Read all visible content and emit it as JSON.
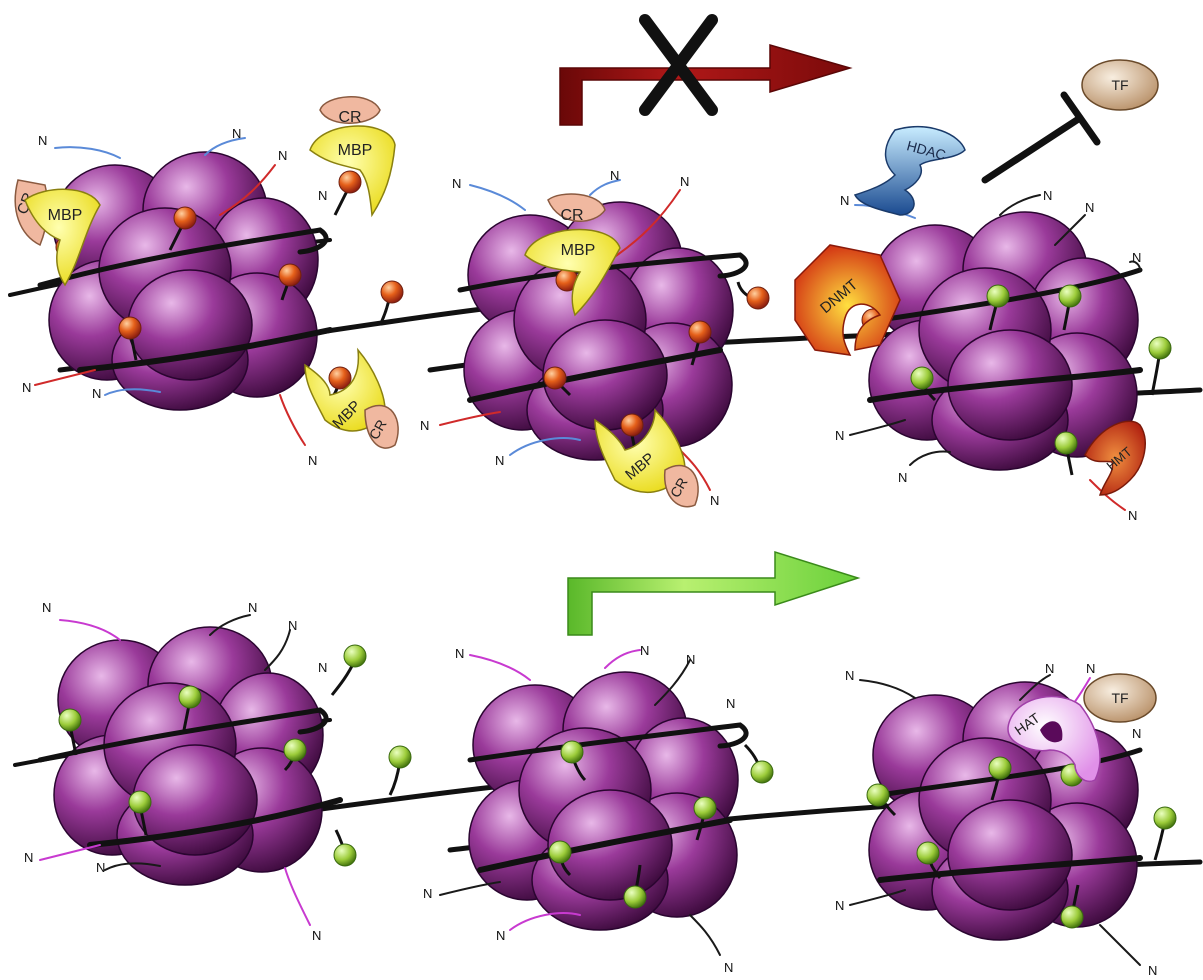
{
  "labels": {
    "n": "N",
    "cr": "CR",
    "mbp": "MBP",
    "hdac": "HDAC",
    "dnmt": "DNMT",
    "hmt": "HMT",
    "tf": "TF",
    "hat": "HAT"
  },
  "colors": {
    "histone_dark": "#4a0a4a",
    "histone_mid": "#8b2a8b",
    "histone_light": "#d9a6d9",
    "methyl_orange": "#e5501a",
    "unmethyl_green": "#9ccc3a",
    "mbp_yellow": "#f4ee3c",
    "cr_peach": "#f0b8a0",
    "repressed_arrow": "#8b1010",
    "active_arrow": "#7ad23a",
    "tf_tan": "#c8a882",
    "hdac_blue": "#5aa0d8",
    "dnmt_red": "#e0401a",
    "hmt_red": "#d0401a",
    "hat_pink": "#f0c0f0",
    "tail_blue": "#5a8ad8",
    "tail_red": "#d02a2a",
    "tail_magenta": "#c83ad0",
    "tail_black": "#1a1a1a"
  },
  "icons": {
    "repressed_transcription": "blocked-arrow-icon",
    "active_transcription": "arrow-icon",
    "inhibition": "inhibition-bar-icon"
  }
}
